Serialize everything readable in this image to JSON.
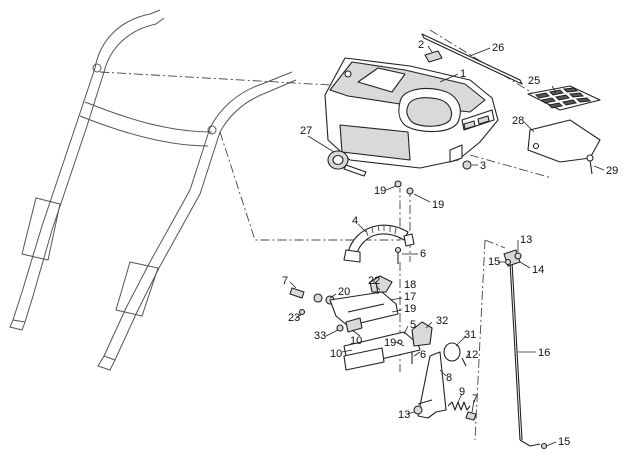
{
  "callouts": [
    {
      "id": "c1",
      "text": "1"
    },
    {
      "id": "c2",
      "text": "2"
    },
    {
      "id": "c3",
      "text": "3"
    },
    {
      "id": "c4",
      "text": "4"
    },
    {
      "id": "c5",
      "text": "5"
    },
    {
      "id": "c6a",
      "text": "6"
    },
    {
      "id": "c6b",
      "text": "6"
    },
    {
      "id": "c7a",
      "text": "7"
    },
    {
      "id": "c7b",
      "text": "7"
    },
    {
      "id": "c8",
      "text": "8"
    },
    {
      "id": "c9",
      "text": "9"
    },
    {
      "id": "c10a",
      "text": "10"
    },
    {
      "id": "c10b",
      "text": "10"
    },
    {
      "id": "c12",
      "text": "12"
    },
    {
      "id": "c13a",
      "text": "13"
    },
    {
      "id": "c13b",
      "text": "13"
    },
    {
      "id": "c14",
      "text": "14"
    },
    {
      "id": "c15a",
      "text": "15"
    },
    {
      "id": "c15b",
      "text": "15"
    },
    {
      "id": "c16",
      "text": "16"
    },
    {
      "id": "c17",
      "text": "17"
    },
    {
      "id": "c18",
      "text": "18"
    },
    {
      "id": "c19a",
      "text": "19"
    },
    {
      "id": "c19b",
      "text": "19"
    },
    {
      "id": "c19c",
      "text": "19"
    },
    {
      "id": "c19d",
      "text": "19"
    },
    {
      "id": "c20",
      "text": "20"
    },
    {
      "id": "c22",
      "text": "22"
    },
    {
      "id": "c23",
      "text": "23"
    },
    {
      "id": "c25",
      "text": "25"
    },
    {
      "id": "c26",
      "text": "26"
    },
    {
      "id": "c27",
      "text": "27"
    },
    {
      "id": "c28",
      "text": "28"
    },
    {
      "id": "c29",
      "text": "29"
    },
    {
      "id": "c31",
      "text": "31"
    },
    {
      "id": "c32",
      "text": "32"
    },
    {
      "id": "c33",
      "text": "33"
    }
  ]
}
